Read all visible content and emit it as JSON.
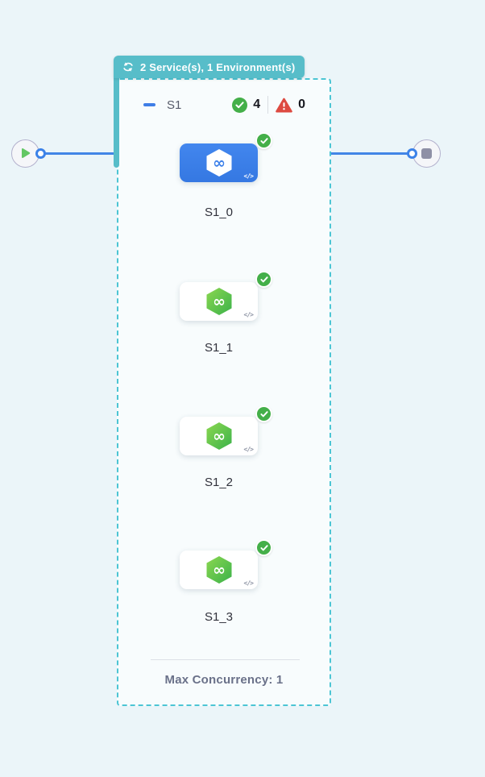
{
  "canvas": {
    "background": "#ebf5f9"
  },
  "start_node": {
    "icon": "play-icon",
    "color": "#63c764"
  },
  "end_node": {
    "icon": "stop-icon",
    "color": "#8e90a6"
  },
  "group": {
    "badge": {
      "icon": "sync-icon",
      "label": "2 Service(s), 1 Environment(s)",
      "bg": "#57bdc9"
    },
    "header": {
      "title": "S1",
      "success_count": "4",
      "error_count": "0"
    },
    "nodes": [
      {
        "label": "S1_0",
        "selected": true,
        "status": "success"
      },
      {
        "label": "S1_1",
        "selected": false,
        "status": "success"
      },
      {
        "label": "S1_2",
        "selected": false,
        "status": "success"
      },
      {
        "label": "S1_3",
        "selected": false,
        "status": "success"
      }
    ],
    "footer": {
      "label": "Max Concurrency: 1"
    }
  },
  "icons": {
    "code_glyph": "</>",
    "infinity_glyph": "∞"
  },
  "colors": {
    "teal_badge": "#57bdc9",
    "teal_dash": "#4cc5d4",
    "edge_blue": "#4285e6",
    "selected_node_blue": "#3d80e9",
    "success_green": "#44af49",
    "error_red": "#dd4a41",
    "hexagon_green_start": "#8bd750",
    "hexagon_green_end": "#3bb24a"
  }
}
